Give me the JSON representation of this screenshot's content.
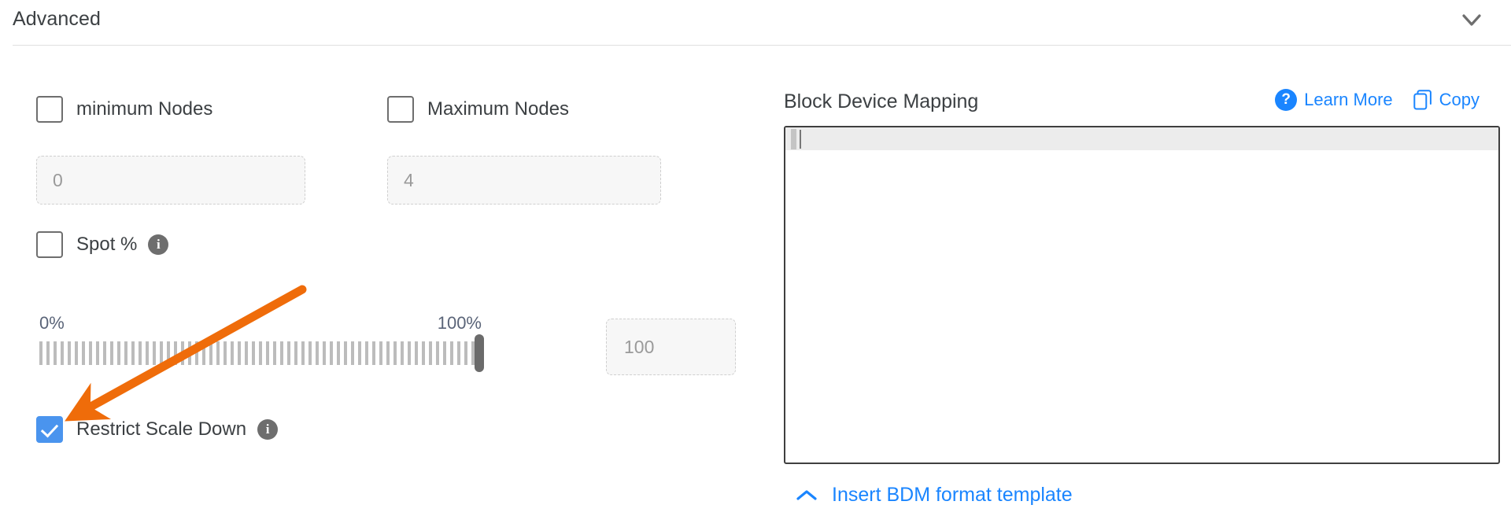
{
  "section": {
    "title": "Advanced",
    "collapse_icon": "chevron-down-icon"
  },
  "left_panel": {
    "min_nodes": {
      "label": "minimum Nodes",
      "checked": false,
      "input_value": "0"
    },
    "max_nodes": {
      "label": "Maximum Nodes",
      "checked": false,
      "input_value": "4"
    },
    "spot_percent": {
      "label": "Spot %",
      "checked": false,
      "info_icon": "info-icon",
      "info_glyph": "i"
    },
    "slider": {
      "min_label": "0%",
      "max_label": "100%",
      "value": 100,
      "value_box": "100"
    },
    "restrict_scale_down": {
      "label": "Restrict Scale Down",
      "checked": true,
      "info_icon": "info-icon",
      "info_glyph": "i"
    }
  },
  "right_panel": {
    "title": "Block Device Mapping",
    "learn_more": {
      "label": "Learn More",
      "icon": "question-circle-icon",
      "icon_glyph": "?"
    },
    "copy": {
      "label": "Copy",
      "icon": "copy-icon"
    },
    "editor": {
      "content": "",
      "active_line": 1
    },
    "footer_link": {
      "label": "Insert BDM format template",
      "icon": "chevron-up-icon"
    }
  },
  "colors": {
    "accent_blue": "#1a85ff",
    "checkbox_blue": "#4a94ee",
    "annotation_orange": "#ef6c0a",
    "text_dark": "#3c4043",
    "muted": "#9a9a9a"
  }
}
